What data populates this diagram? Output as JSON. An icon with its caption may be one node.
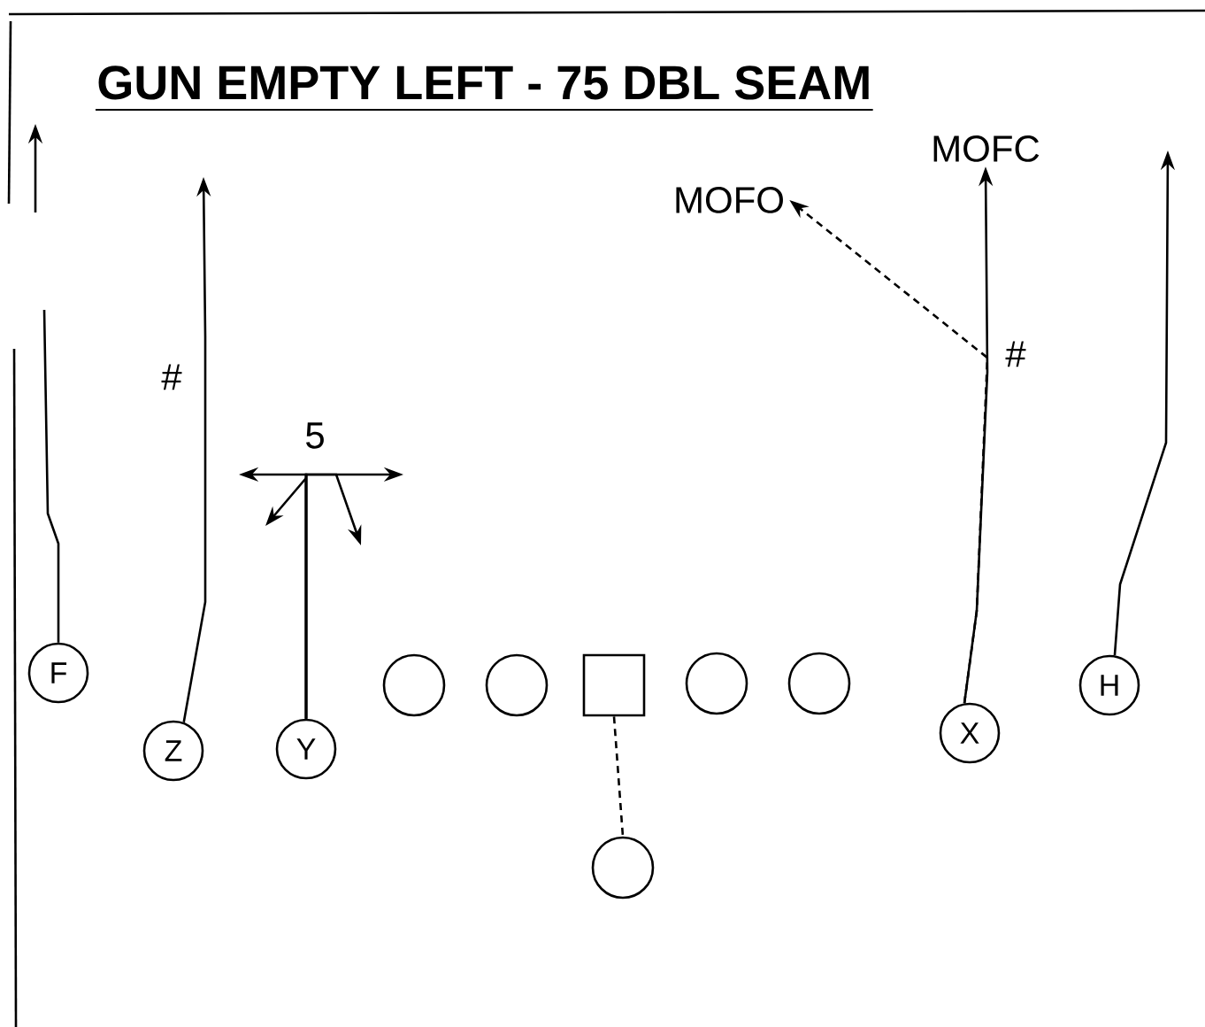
{
  "diagram": {
    "title": "GUN EMPTY LEFT - 75 DBL SEAM",
    "nodes": [
      {
        "text": [
          "MOFO"
        ]
      },
      {
        "text": [
          "MOFC"
        ]
      },
      {
        "text": [
          "F"
        ]
      },
      {
        "text": [],
        "shape": "circle"
      },
      {
        "text": [],
        "shape": "circle"
      },
      {
        "text": [],
        "shape": "box"
      },
      {
        "text": [],
        "shape": "circle"
      },
      {
        "text": [],
        "shape": "circle"
      },
      {
        "text": [
          "H"
        ]
      },
      {
        "text": [
          "Z"
        ]
      },
      {
        "text": [
          "Y"
        ]
      },
      {
        "text": [
          "X"
        ]
      },
      {
        "text": [],
        "shape": "circle"
      }
    ],
    "edges": [
      {
        "from": 2,
        "to": null,
        "arrow": "to"
      },
      {
        "from": 9,
        "to": null,
        "arrow": "to"
      },
      {
        "from": 10,
        "to": null,
        "arrow": "to"
      },
      {
        "from": 10,
        "to": null,
        "arrow": "to"
      },
      {
        "from": 10,
        "to": null,
        "arrow": "to"
      },
      {
        "from": 10,
        "to": null,
        "arrow": "to"
      },
      {
        "from": 11,
        "to": 1,
        "arrow": "to"
      },
      {
        "from": 11,
        "to": 0,
        "arrow": "to",
        "style": "dashed"
      },
      {
        "from": 8,
        "to": null,
        "arrow": "to"
      },
      {
        "from": 5,
        "to": 12,
        "arrow": "none",
        "style": "dashed"
      }
    ],
    "labels": [
      "#",
      "#",
      "5"
    ]
  }
}
